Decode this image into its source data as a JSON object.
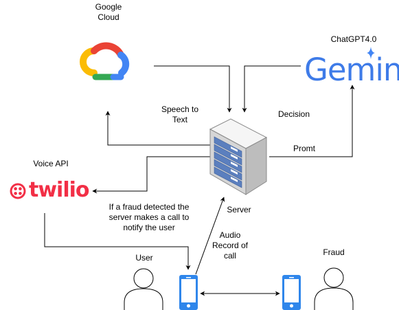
{
  "nodes": {
    "google_cloud": {
      "label": "Google\nCloud"
    },
    "gemini": {
      "label": "ChatGPT4.0",
      "logo_text": "Gemini"
    },
    "twilio": {
      "label": "Voice API",
      "logo_text": "twilio"
    },
    "server": {
      "label": "Server"
    },
    "user": {
      "label": "User"
    },
    "fraud": {
      "label": "Fraud"
    }
  },
  "edges": {
    "speech_to_text": "Speech to\nText",
    "decision": "Decision",
    "promt": "Promt",
    "fraud_call": "If a fraud detected the\nserver makes a call to\nnotify the user",
    "audio_record": "Audio\nRecord of\ncall"
  },
  "colors": {
    "google_blue": "#4285F4",
    "google_red": "#EA4335",
    "google_yellow": "#FBBC04",
    "google_green": "#34A853",
    "gemini_blue": "#3E7BE8",
    "twilio_red": "#F22F46",
    "phone_blue": "#2F86EB",
    "server_blue": "#5B7FBE"
  },
  "icons": {
    "google_cloud": "google-cloud-icon",
    "gemini": "gemini-logo",
    "twilio": "twilio-logo",
    "server": "server-rack-icon",
    "phone": "phone-icon",
    "person": "person-icon"
  }
}
